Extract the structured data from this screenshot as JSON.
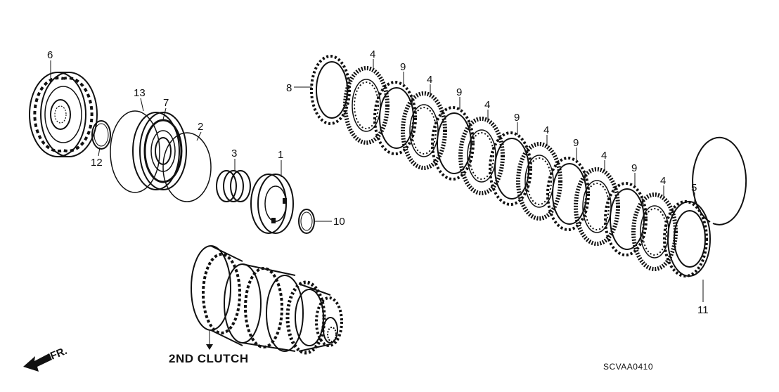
{
  "callouts": [
    {
      "id": "c6",
      "label": "6"
    },
    {
      "id": "c13",
      "label": "13"
    },
    {
      "id": "c7",
      "label": "7"
    },
    {
      "id": "c2",
      "label": "2"
    },
    {
      "id": "c12",
      "label": "12"
    },
    {
      "id": "c3",
      "label": "3"
    },
    {
      "id": "c1",
      "label": "1"
    },
    {
      "id": "c10",
      "label": "10"
    },
    {
      "id": "c8",
      "label": "8"
    },
    {
      "id": "c4a",
      "label": "4"
    },
    {
      "id": "c9a",
      "label": "9"
    },
    {
      "id": "c4b",
      "label": "4"
    },
    {
      "id": "c9b",
      "label": "9"
    },
    {
      "id": "c4c",
      "label": "4"
    },
    {
      "id": "c9c",
      "label": "9"
    },
    {
      "id": "c4d",
      "label": "4"
    },
    {
      "id": "c9d",
      "label": "9"
    },
    {
      "id": "c4e",
      "label": "4"
    },
    {
      "id": "c9e",
      "label": "9"
    },
    {
      "id": "c4f",
      "label": "4"
    },
    {
      "id": "c5",
      "label": "5"
    },
    {
      "id": "c11",
      "label": "11"
    }
  ],
  "caption": "2ND CLUTCH",
  "direction_label": "FR.",
  "diagram_code": "SCVAA0410",
  "colors": {
    "ink": "#111111",
    "background": "#ffffff"
  }
}
